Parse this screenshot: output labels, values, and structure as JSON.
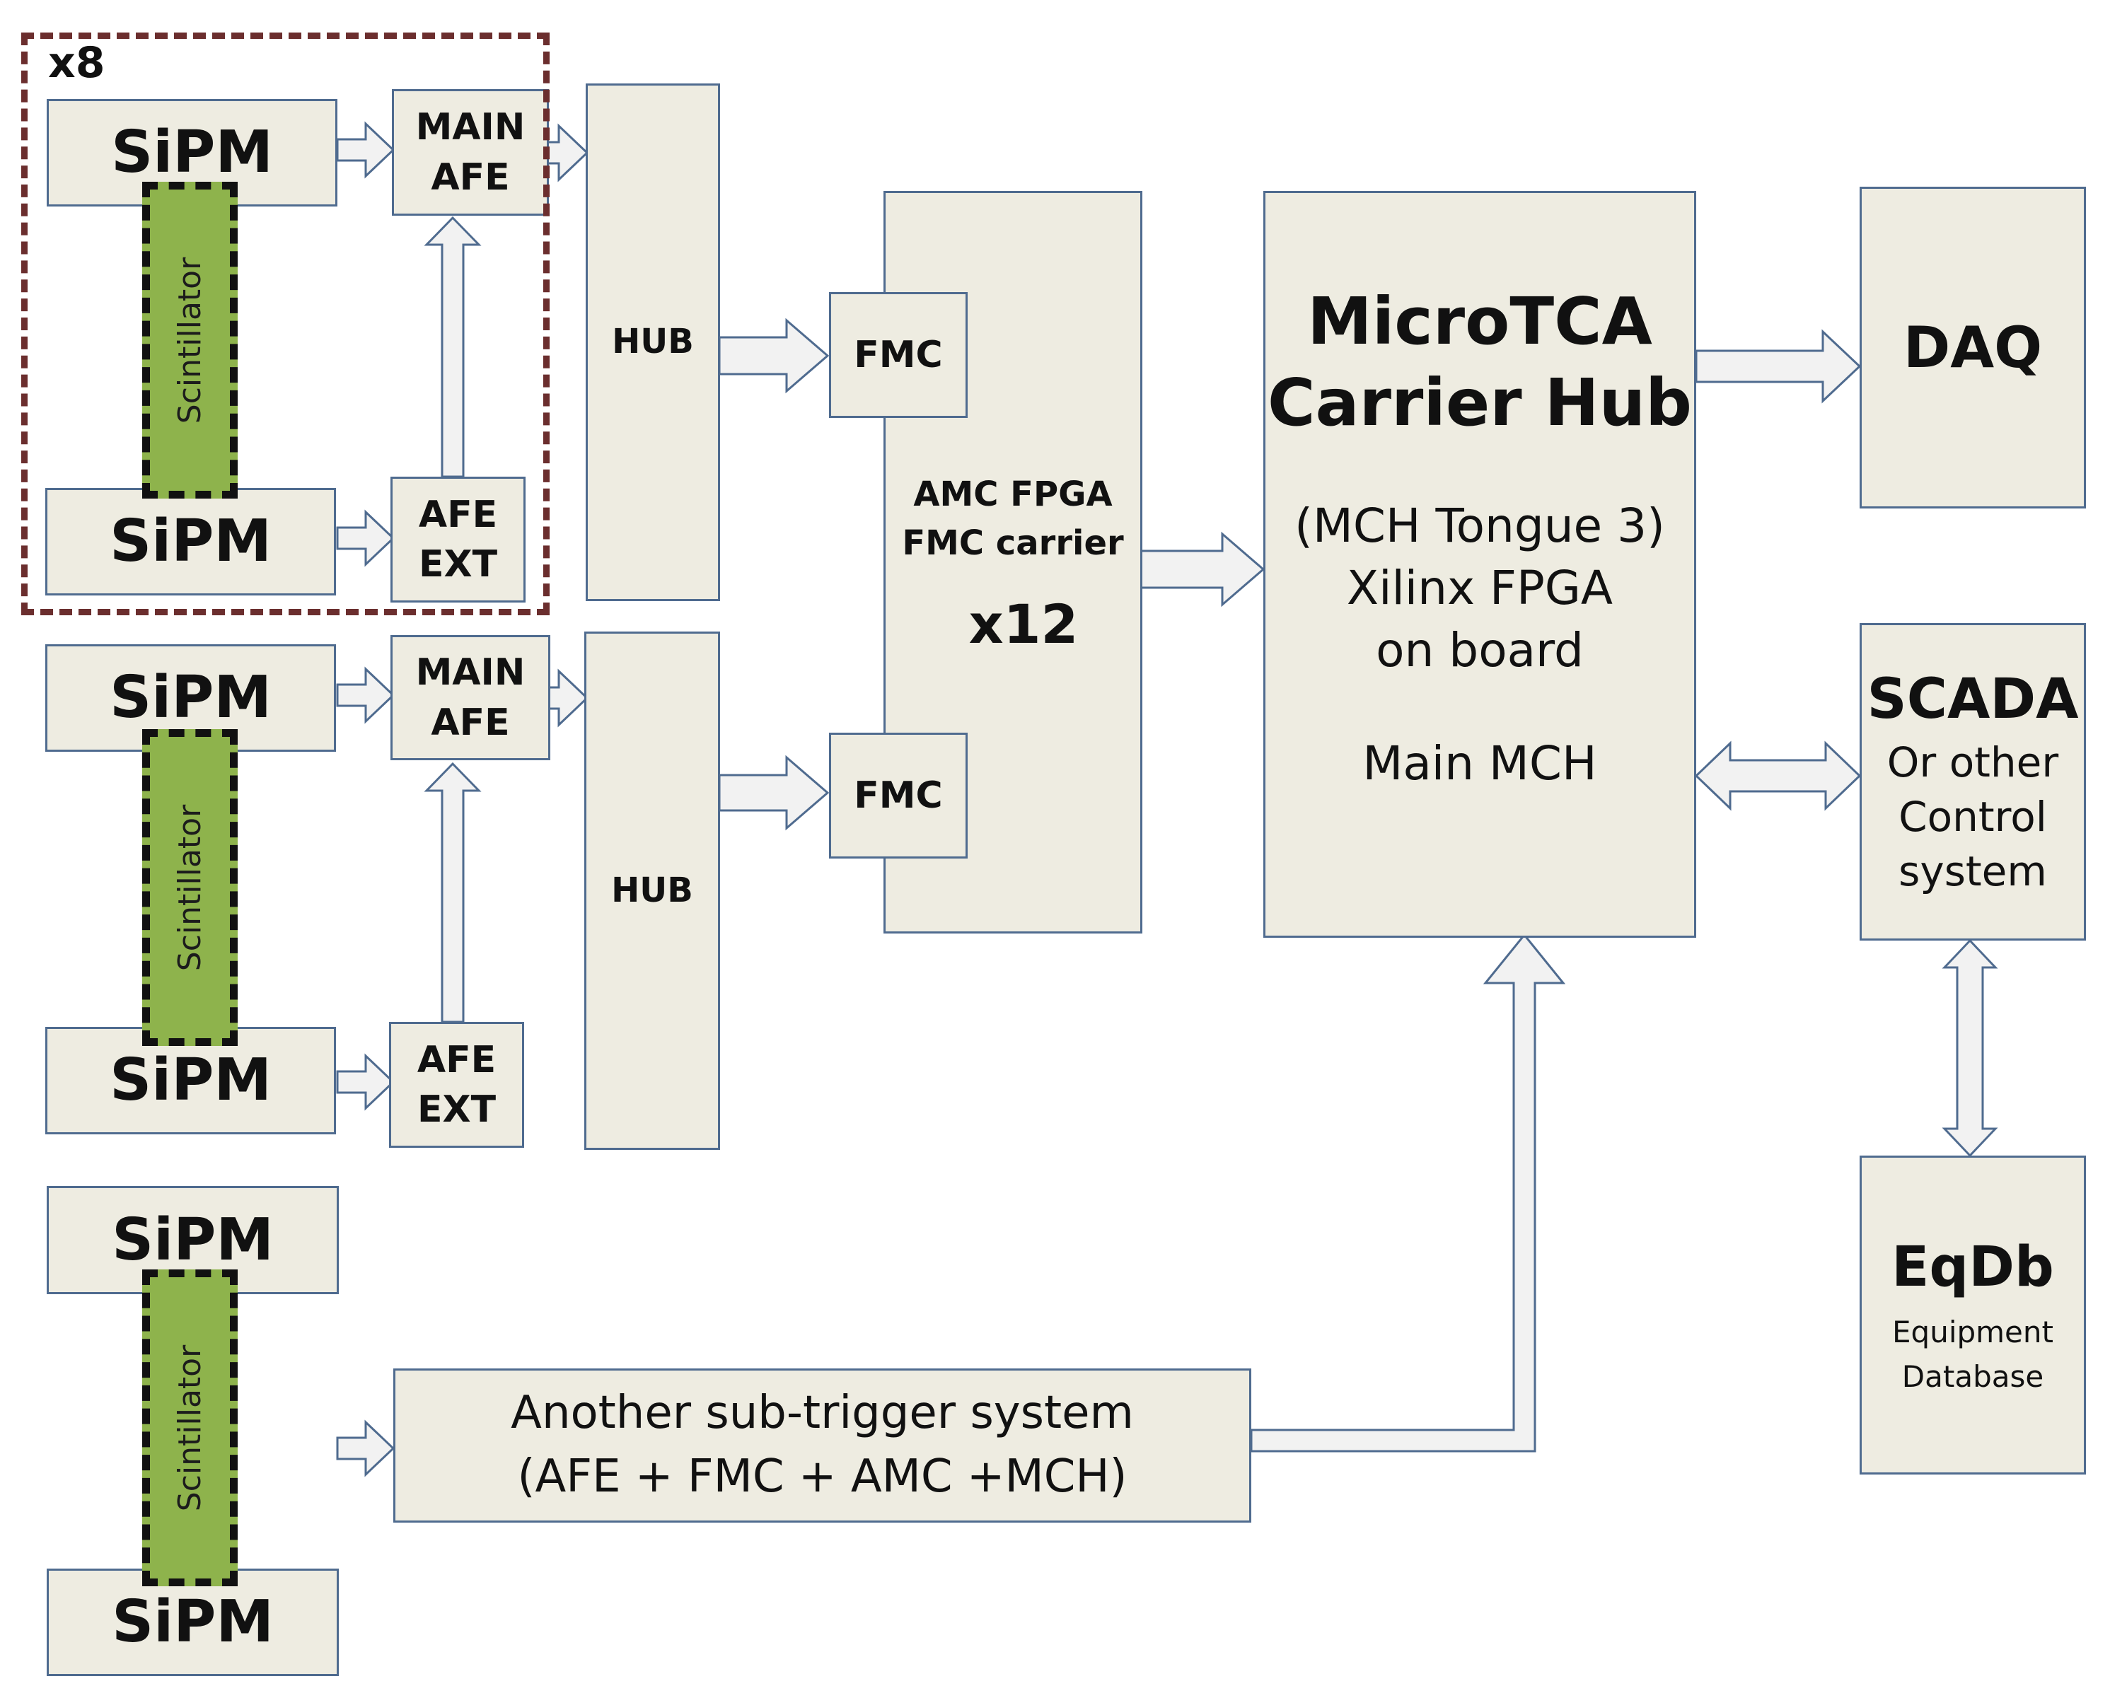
{
  "group": {
    "multiplier": "x8"
  },
  "sipm_label": "SiPM",
  "scintillator_label": "Scintillator",
  "main_afe": {
    "line1": "MAIN",
    "line2": "AFE"
  },
  "afe_ext": {
    "line1": "AFE",
    "line2": "EXT"
  },
  "hub_label": "HUB",
  "fmc_label": "FMC",
  "amc": {
    "line1": "AMC FPGA",
    "line2": "FMC carrier",
    "multiplier": "x12"
  },
  "mch": {
    "title1": "MicroTCA",
    "title2": "Carrier Hub",
    "line1": "(MCH Tongue 3)",
    "line2": "Xilinx FPGA",
    "line3": "on board",
    "line4": "Main MCH"
  },
  "daq": {
    "label": "DAQ"
  },
  "scada": {
    "title": "SCADA",
    "line1": "Or other",
    "line2": "Control",
    "line3": "system"
  },
  "eqdb": {
    "title": "EqDb",
    "line1": "Equipment",
    "line2": "Database"
  },
  "subtrigger": {
    "line1": "Another sub-trigger system",
    "line2": "(AFE + FMC + AMC +MCH)"
  },
  "colors": {
    "box_fill": "#eeece1",
    "box_border": "#4f6b8f",
    "scintillator_fill": "#8eb34c",
    "group_border": "#6b2e2e"
  }
}
